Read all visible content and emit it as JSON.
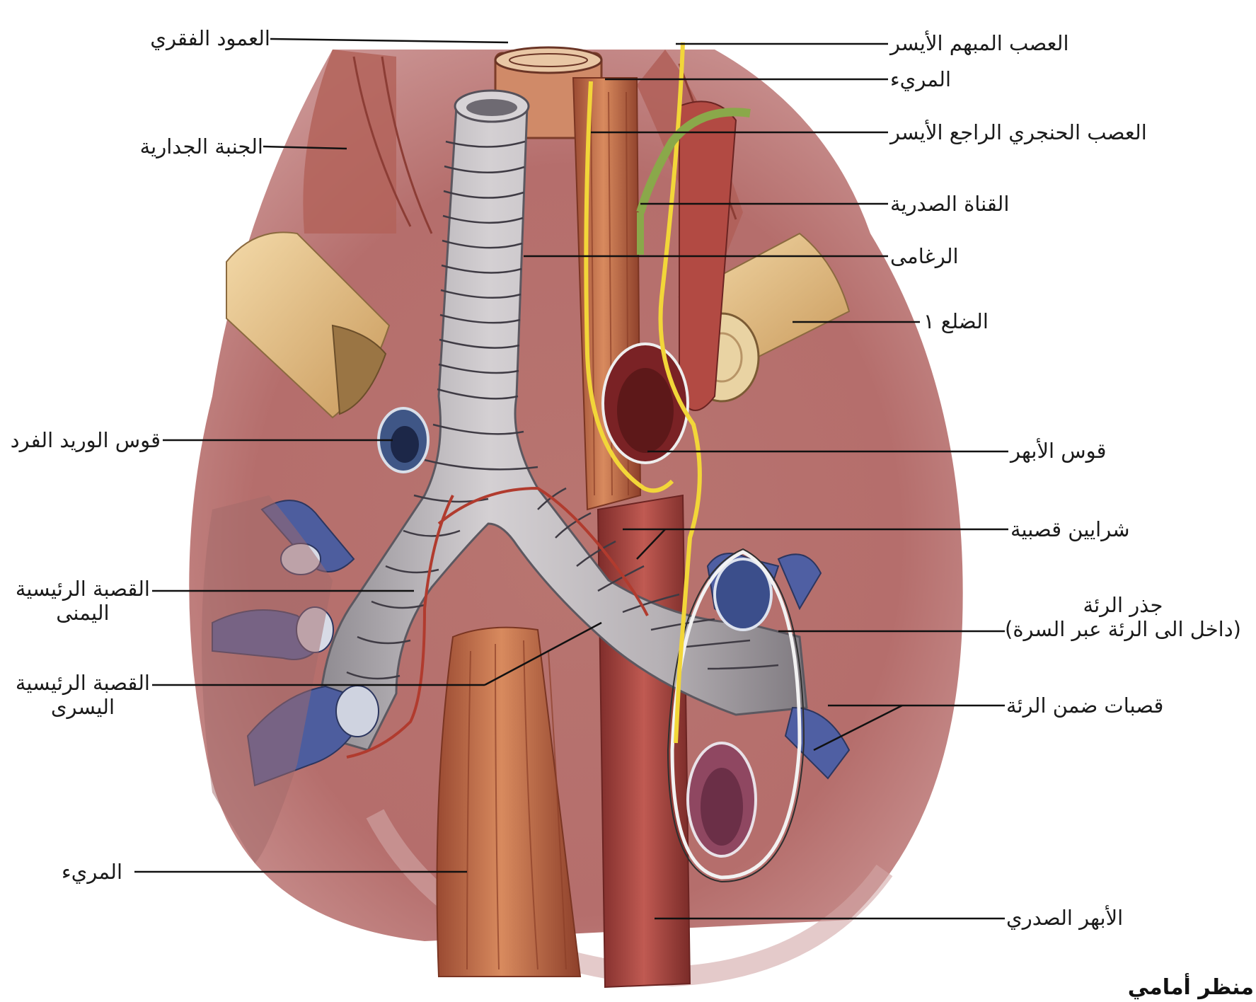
{
  "labels": {
    "vertebral_column": "العمود الفقري",
    "parietal_pleura": "الجنبة الجدارية",
    "azygos_arch": "قوس الوريد الفرد",
    "right_main_bronchus_l1": "القصبة الرئيسية",
    "right_main_bronchus_l2": "اليمنى",
    "left_main_bronchus_l1": "القصبة الرئيسية",
    "left_main_bronchus_l2": "اليسرى",
    "esophagus_lower": "المريء",
    "left_vagus": "العصب المبهم الأيسر",
    "esophagus_upper": "المريء",
    "left_recurrent_laryngeal": "العصب الحنجري الراجع الأيسر",
    "thoracic_duct": "القناة الصدرية",
    "trachea": "الرغامى",
    "rib1": "الضلع ١",
    "aortic_arch": "قوس الأبهر",
    "bronchial_arteries": "شرايين قصبية",
    "lung_root_l1": "جذر الرئة",
    "lung_root_l2": "(داخل الى الرئة عبر السرة)",
    "intrapulmonary_bronchi": "قصبات ضمن الرئة",
    "thoracic_aorta": "الأبهر الصدري"
  },
  "view_caption": "منظر أمامي",
  "colors": {
    "background_tissue": "#b96d6a",
    "trachea": "#b3afb2",
    "vein": "#4e5ea0",
    "nerve": "#efd540",
    "duct": "#8aa84a",
    "esophagus": "#c4704a",
    "aorta": "#a9433d",
    "rib": "#e6c08a",
    "leader_line": "#111111"
  }
}
